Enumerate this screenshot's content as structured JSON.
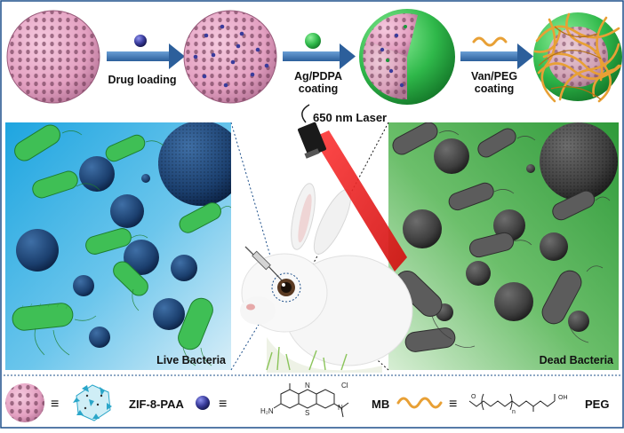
{
  "steps": {
    "drug_loading": "Drug loading",
    "ag_pdpa_line1": "Ag/PDPA",
    "ag_pdpa_line2": "coating",
    "van_peg_line1": "Van/PEG",
    "van_peg_line2": "coating"
  },
  "panels": {
    "laser_label": "650 nm Laser",
    "live_label": "Live Bacteria",
    "dead_label": "Dead Bacteria"
  },
  "legend": {
    "eq": "≡",
    "zif_label": "ZIF-8-PAA",
    "mb_label": "MB",
    "peg_label": "PEG",
    "mb_nh2": "H₂N",
    "mb_n_ring": "N",
    "mb_s_ring": "S",
    "mb_cl": "Cl",
    "mb_n_plus": "N",
    "peg_ch3o": "O",
    "peg_n": "n",
    "peg_oh": "OH"
  },
  "colors": {
    "mof_pink": "#e8a5c4",
    "drug_blue": "#3a3c9c",
    "coating_green": "#2fb84a",
    "peg_orange": "#e8a035",
    "live_bg": "#4fb6e2",
    "dead_bg": "#4aa84a",
    "bacteria_green": "#3fbf55",
    "laser_red": "#e21f1f"
  },
  "icons": [
    "mof-sphere-icon",
    "drug-sphere-icon",
    "arrow-icon",
    "laser-device-icon",
    "rabbit-icon",
    "syringe-icon",
    "bacteria-icon"
  ]
}
